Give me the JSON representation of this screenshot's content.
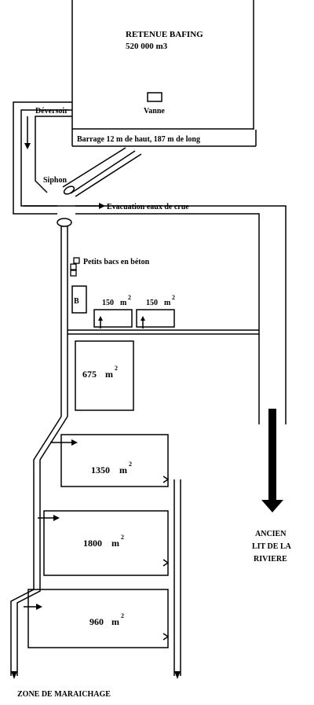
{
  "reservoir": {
    "title": "RETENUE BAFING",
    "volume": "520 000 m3",
    "gate_label": "Vanne"
  },
  "dam": {
    "label": "Barrage 12 m de haut, 187 m de long"
  },
  "spillway": {
    "label": "Déversoir"
  },
  "siphon": {
    "label": "Siphon"
  },
  "flood": {
    "label": "Evacuation eaux de crue"
  },
  "basins": {
    "label": "Petits bacs en béton",
    "b_label": "B"
  },
  "plots": [
    {
      "area": "150",
      "unit": "m",
      "exp": "2"
    },
    {
      "area": "150",
      "unit": "m",
      "exp": "2"
    },
    {
      "area": "675",
      "unit": "m",
      "exp": "2"
    },
    {
      "area": "1350",
      "unit": "m",
      "exp": "2"
    },
    {
      "area": "1800",
      "unit": "m",
      "exp": "2"
    },
    {
      "area": "960",
      "unit": "m",
      "exp": "2"
    }
  ],
  "river": {
    "line1": "ANCIEN",
    "line2": "LIT DE LA",
    "line3": "RIVIERE"
  },
  "zone": {
    "label": "ZONE DE MARAICHAGE"
  }
}
